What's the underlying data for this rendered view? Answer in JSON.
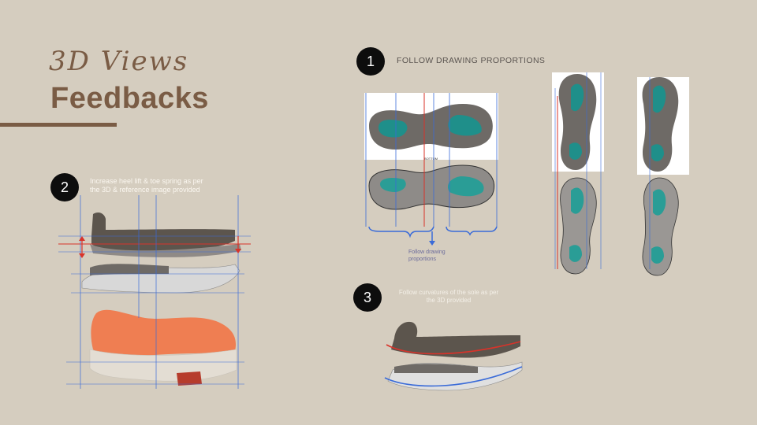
{
  "header": {
    "script_title": "3D Views",
    "main_title": "Feedbacks"
  },
  "sections": [
    {
      "number": "1",
      "label": "FOLLOW DRAWING PROPORTIONS",
      "annotation": "Follow drawing\nproportions",
      "bottom_tag": "BOTTOM"
    },
    {
      "number": "2",
      "label": "Increase heel lift & toe spring as per\nthe 3D & reference image provided"
    },
    {
      "number": "3",
      "label": "Follow curvatures of the sole as per\nthe 3D provided"
    }
  ],
  "colors": {
    "background": "#d5cdbf",
    "brown": "#7a5c45",
    "guide_blue": "#3a6bd8",
    "guide_red": "#d8332a",
    "teal": "#1f8f8a",
    "sole_grey": "#6e6a66"
  }
}
